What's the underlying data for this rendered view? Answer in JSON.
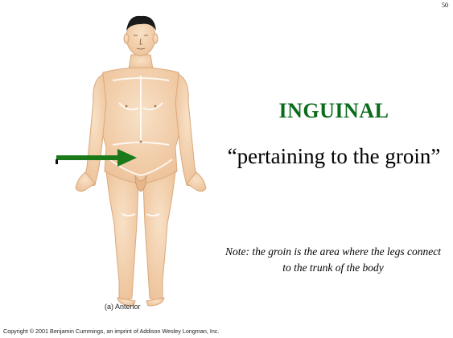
{
  "slide": {
    "page_number": "50",
    "title": "INGUINAL",
    "definition": "“pertaining to the groin”",
    "note": "Note:  the groin is the area where the legs connect to the trunk of the body",
    "figure_caption": "(a) Anterior",
    "copyright": "Copyright © 2001 Benjamin Cummings, an imprint of Addison Wesley Longman, Inc."
  },
  "colors": {
    "title": "#0a6b1b",
    "arrow": "#1a7a1a",
    "skin": "#f3d3b0",
    "skin_outline": "#d9a97c",
    "hair": "#1a1a1a"
  },
  "icons": {
    "arrow": "right-arrow-icon",
    "figure": "anatomical-figure-anterior"
  }
}
